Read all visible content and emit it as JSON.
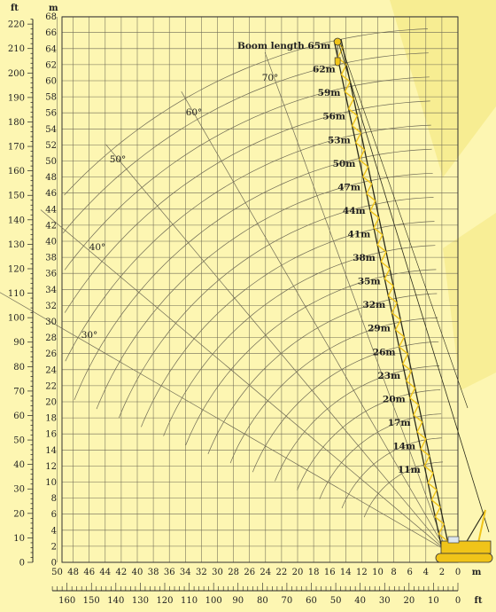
{
  "colors": {
    "background": "#fdf6b2",
    "grid": "#6e6a55",
    "crane_yellow": "#f0c419",
    "watermark": "#f3e679"
  },
  "axes": {
    "y_left_unit": "ft",
    "y_m_unit": "m",
    "x_m_unit": "m",
    "x_ft_unit": "ft",
    "y_m_ticks": [
      0,
      2,
      4,
      6,
      8,
      10,
      12,
      14,
      16,
      18,
      20,
      22,
      24,
      26,
      28,
      30,
      32,
      34,
      36,
      38,
      40,
      42,
      44,
      46,
      48,
      50,
      52,
      54,
      56,
      58,
      60,
      62,
      64,
      66,
      68
    ],
    "y_ft_ticks": [
      0,
      10,
      20,
      30,
      40,
      50,
      60,
      70,
      80,
      90,
      100,
      110,
      120,
      130,
      140,
      150,
      160,
      170,
      180,
      190,
      200,
      210,
      220
    ],
    "x_m_ticks": [
      50,
      48,
      46,
      44,
      42,
      40,
      38,
      36,
      34,
      32,
      30,
      28,
      26,
      24,
      22,
      20,
      18,
      16,
      14,
      12,
      10,
      8,
      6,
      4,
      2,
      0
    ],
    "x_ft_ticks": [
      160,
      150,
      140,
      130,
      120,
      110,
      100,
      90,
      80,
      70,
      60,
      50,
      40,
      30,
      20,
      10,
      0
    ],
    "y_m_range": [
      0,
      68
    ],
    "x_m_range": [
      0,
      50
    ]
  },
  "boom_lengths": {
    "title_prefix": "Boom length",
    "labels": [
      "65m",
      "62m",
      "59m",
      "56m",
      "53m",
      "50m",
      "47m",
      "44m",
      "41m",
      "38m",
      "35m",
      "32m",
      "29m",
      "26m",
      "23m",
      "20m",
      "17m",
      "14m",
      "11m"
    ],
    "values_m": [
      65,
      62,
      59,
      56,
      53,
      50,
      47,
      44,
      41,
      38,
      35,
      32,
      29,
      26,
      23,
      20,
      17,
      14,
      11
    ]
  },
  "angles": {
    "labels": [
      "70°",
      "60°",
      "50°",
      "40°",
      "30°"
    ],
    "values_deg": [
      70,
      60,
      50,
      40,
      30
    ]
  },
  "crane": {
    "boom_angle_deg": 78,
    "boom_length_m": 65,
    "pivot_m": [
      1.5,
      1.5
    ]
  }
}
